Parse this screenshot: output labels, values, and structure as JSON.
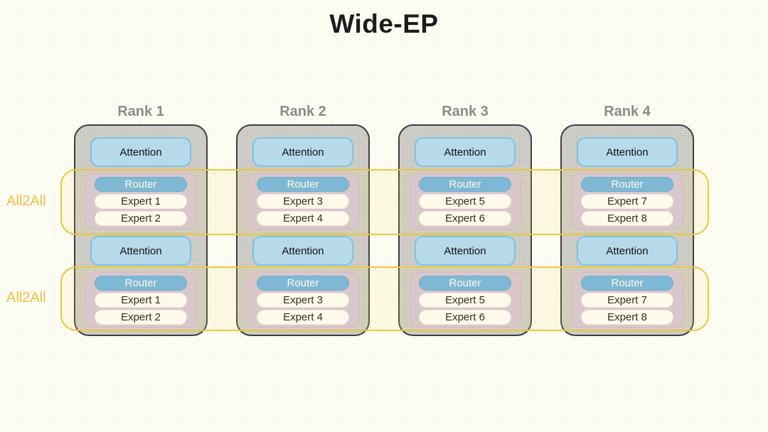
{
  "title": "Wide-EP",
  "bands": [
    {
      "label": "All2All"
    },
    {
      "label": "All2All"
    }
  ],
  "ranks": [
    {
      "label": "Rank 1",
      "layers": [
        {
          "attention": "Attention",
          "router": "Router",
          "experts": [
            "Expert 1",
            "Expert 2"
          ]
        },
        {
          "attention": "Attention",
          "router": "Router",
          "experts": [
            "Expert 1",
            "Expert 2"
          ]
        }
      ]
    },
    {
      "label": "Rank 2",
      "layers": [
        {
          "attention": "Attention",
          "router": "Router",
          "experts": [
            "Expert 3",
            "Expert 4"
          ]
        },
        {
          "attention": "Attention",
          "router": "Router",
          "experts": [
            "Expert 3",
            "Expert 4"
          ]
        }
      ]
    },
    {
      "label": "Rank 3",
      "layers": [
        {
          "attention": "Attention",
          "router": "Router",
          "experts": [
            "Expert 5",
            "Expert 6"
          ]
        },
        {
          "attention": "Attention",
          "router": "Router",
          "experts": [
            "Expert 5",
            "Expert 6"
          ]
        }
      ]
    },
    {
      "label": "Rank 4",
      "layers": [
        {
          "attention": "Attention",
          "router": "Router",
          "experts": [
            "Expert 7",
            "Expert 8"
          ]
        },
        {
          "attention": "Attention",
          "router": "Router",
          "experts": [
            "Expert 7",
            "Expert 8"
          ]
        }
      ]
    }
  ],
  "colors": {
    "background": "#fdfdf6",
    "background_dots": "#f2ed9e",
    "title_text": "#1c1c1c",
    "rank_label_text": "#8b8b8b",
    "rank_box_fill": "#c7c6c0",
    "rank_box_border": "#3e3e3e",
    "attention_fill": "#b6daea",
    "attention_border": "#7cc3e2",
    "moe_group_fill": "#d4c5d8",
    "moe_group_border": "#d3b8dc",
    "router_fill": "#6cb3e6",
    "router_text": "#ffffff",
    "expert_fill": "#ffffff",
    "band_border": "#edc63f",
    "band_label_text": "#f3bd3c"
  }
}
